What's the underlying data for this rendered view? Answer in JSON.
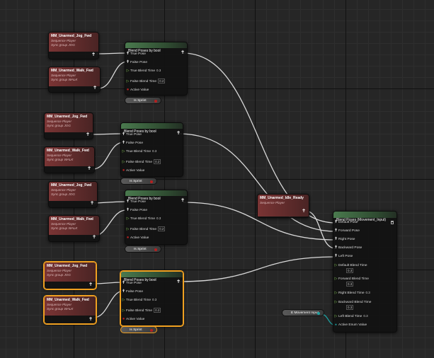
{
  "sequence_label": "Sequence Player",
  "sequence_nodes": [
    {
      "title": "MM_Unarmed_Jog_Fwd",
      "sync": "Sync group JOG"
    },
    {
      "title": "MM_Unarmed_Walk_Fwd",
      "sync": "Sync group WALK"
    },
    {
      "title": "MM_Unarmed_Jog_Fwd",
      "sync": "Sync group JOG"
    },
    {
      "title": "MM_Unarmed_Walk_Fwd",
      "sync": "Sync group WALK"
    },
    {
      "title": "MM_Unarmed_Jog_Fwd",
      "sync": "Sync group JOG"
    },
    {
      "title": "MM_Unarmed_Walk_Fwd",
      "sync": "Sync group WALK"
    },
    {
      "title": "MM_Unarmed_Jog_Fwd",
      "sync": "Sync group JOG"
    },
    {
      "title": "MM_Unarmed_Walk_Fwd",
      "sync": "Sync group WALK"
    }
  ],
  "blend_bool": {
    "title": "Blend Poses by bool",
    "pins": {
      "true_pose": "True Pose",
      "false_pose": "False Pose",
      "true_blend": "True Blend Time",
      "false_blend": "False Blend Time",
      "active": "Active Value"
    },
    "true_blend_value": "0.3",
    "false_blend_value": "0.2"
  },
  "is_sprint_label": "Is Sprint",
  "idle_node": {
    "title": "MM_Unarmed_Idle_Ready",
    "sub": "Sequence Player"
  },
  "blend_enum": {
    "title": "Blend Poses (Movement_Input)",
    "pins": [
      "Default Pose",
      "Forward Pose",
      "Right Pose",
      "Backward Pose",
      "Left Pose"
    ],
    "blend_times": [
      {
        "label": "Default Blend Time",
        "value": "0.3"
      },
      {
        "label": "Forward Blend Time",
        "value": "0.3"
      },
      {
        "label": "Right Blend Time",
        "value": "0.3"
      },
      {
        "label": "Backward Blend Time",
        "value": "0.3"
      },
      {
        "label": "Left Blend Time",
        "value": "0.3"
      }
    ],
    "active_enum": "Active Enum Value"
  },
  "movement_input_label": "E Movement Input",
  "colors": {
    "pose_wire": "#d9d9d9",
    "bool_wire": "#b52020",
    "enum_wire": "#1ea0a0",
    "selection": "#f0a020"
  }
}
